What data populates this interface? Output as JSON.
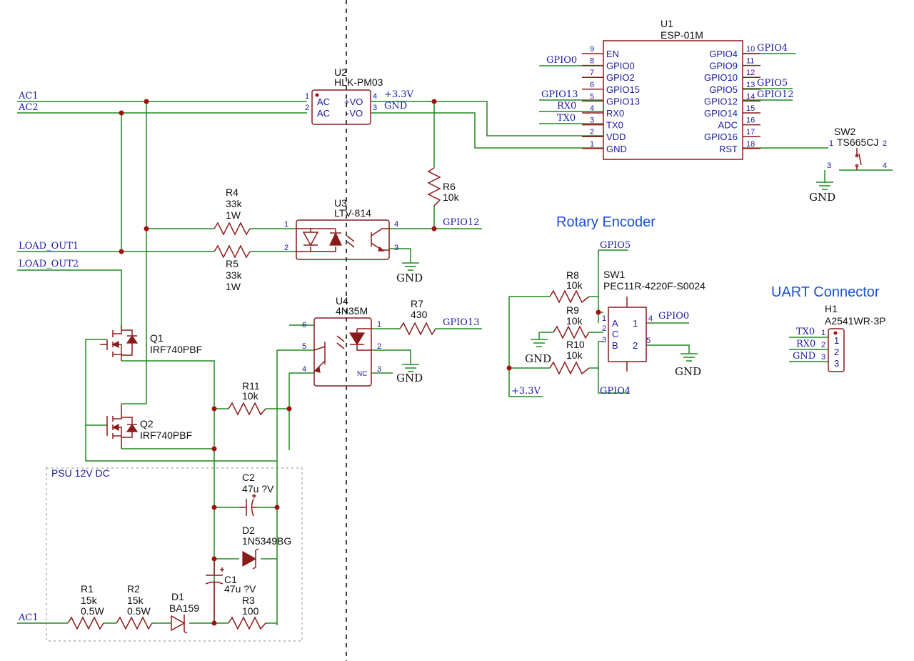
{
  "colors": {
    "wire": "#1f8a1f",
    "component": "#8b1a1a",
    "net_label": "#1a1aa0",
    "title": "#1c4fd6"
  },
  "titles": {
    "rotary_encoder": "Rotary Encoder",
    "uart_connector": "UART Connector",
    "psu_box": "PSU 12V DC"
  },
  "nets": {
    "ac1": "AC1",
    "ac2": "AC2",
    "load_out1": "LOAD_OUT1",
    "load_out2": "LOAD_OUT2",
    "v33": "+3.3V",
    "gnd": "GND",
    "gpio0": "GPIO0",
    "gpio4": "GPIO4",
    "gpio5": "GPIO5",
    "gpio12": "GPIO12",
    "gpio13": "GPIO13",
    "rx0": "RX0",
    "tx0": "TX0",
    "ac1_psu": "AC1"
  },
  "components": {
    "U1": {
      "ref": "U1",
      "value": "ESP-01M",
      "left_pins": [
        {
          "num": "9",
          "name": "EN"
        },
        {
          "num": "8",
          "name": "GPIO0"
        },
        {
          "num": "7",
          "name": "GPIO2"
        },
        {
          "num": "6",
          "name": "GPIO15"
        },
        {
          "num": "5",
          "name": "GPIO13"
        },
        {
          "num": "4",
          "name": "RX0"
        },
        {
          "num": "3",
          "name": "TX0"
        },
        {
          "num": "2",
          "name": "VDD"
        },
        {
          "num": "1",
          "name": "GND"
        }
      ],
      "right_pins": [
        {
          "num": "10",
          "name": "GPIO4"
        },
        {
          "num": "11",
          "name": "GPIO9"
        },
        {
          "num": "12",
          "name": "GPIO10"
        },
        {
          "num": "13",
          "name": "GPIO5"
        },
        {
          "num": "14",
          "name": "GPIO12"
        },
        {
          "num": "15",
          "name": "GPIO14"
        },
        {
          "num": "16",
          "name": "ADC"
        },
        {
          "num": "17",
          "name": "GPIO16"
        },
        {
          "num": "18",
          "name": "RST"
        }
      ]
    },
    "U2": {
      "ref": "U2",
      "value": "HLK-PM03",
      "pins": {
        "p1": "1",
        "p2": "2",
        "p3": "3",
        "p4": "4",
        "ac1": "AC",
        "ac2": "AC",
        "vo_p": "+VO",
        "vo_n": "-VO"
      }
    },
    "U3": {
      "ref": "U3",
      "value": "LTV-814",
      "pins": {
        "p1": "1",
        "p2": "2",
        "p3": "3",
        "p4": "4"
      }
    },
    "U4": {
      "ref": "U4",
      "value": "4N35M",
      "pins": {
        "p1": "1",
        "p2": "2",
        "p3": "3",
        "p4": "4",
        "p5": "5",
        "p6": "6"
      },
      "nc": "NC"
    },
    "SW1": {
      "ref": "SW1",
      "value": "PEC11R-4220F-S0024",
      "pins": {
        "p1l": "1",
        "p2l": "2",
        "p3l": "3",
        "p4": "4",
        "p5": "5",
        "a": "A",
        "c": "C",
        "b": "B",
        "s1": "1",
        "s2": "2"
      }
    },
    "SW2": {
      "ref": "SW2",
      "value": "TS665CJ",
      "pins": {
        "p1": "1",
        "p2": "2",
        "p3": "3",
        "p4": "4"
      }
    },
    "H1": {
      "ref": "H1",
      "value": "A2541WR-3P",
      "pins": {
        "n1": "1",
        "n2": "2",
        "n3": "3",
        "l1": "1",
        "l2": "2",
        "l3": "3"
      }
    },
    "R1": {
      "ref": "R1",
      "value": "15k",
      "power": "0.5W"
    },
    "R2": {
      "ref": "R2",
      "value": "15k",
      "power": "0.5W"
    },
    "R3": {
      "ref": "R3",
      "value": "100"
    },
    "R4": {
      "ref": "R4",
      "value": "33k",
      "power": "1W"
    },
    "R5": {
      "ref": "R5",
      "value": "33k",
      "power": "1W"
    },
    "R6": {
      "ref": "R6",
      "value": "10k"
    },
    "R7": {
      "ref": "R7",
      "value": "430"
    },
    "R8": {
      "ref": "R8",
      "value": "10k"
    },
    "R9": {
      "ref": "R9",
      "value": "10k"
    },
    "R10": {
      "ref": "R10",
      "value": "10k"
    },
    "R11": {
      "ref": "R11",
      "value": "10k"
    },
    "C1": {
      "ref": "C1",
      "value": "47u ?V"
    },
    "C2": {
      "ref": "C2",
      "value": "47u ?V"
    },
    "D1": {
      "ref": "D1",
      "value": "BA159"
    },
    "D2": {
      "ref": "D2",
      "value": "1N5349BG"
    },
    "Q1": {
      "ref": "Q1",
      "value": "IRF740PBF"
    },
    "Q2": {
      "ref": "Q2",
      "value": "IRF740PBF"
    }
  }
}
